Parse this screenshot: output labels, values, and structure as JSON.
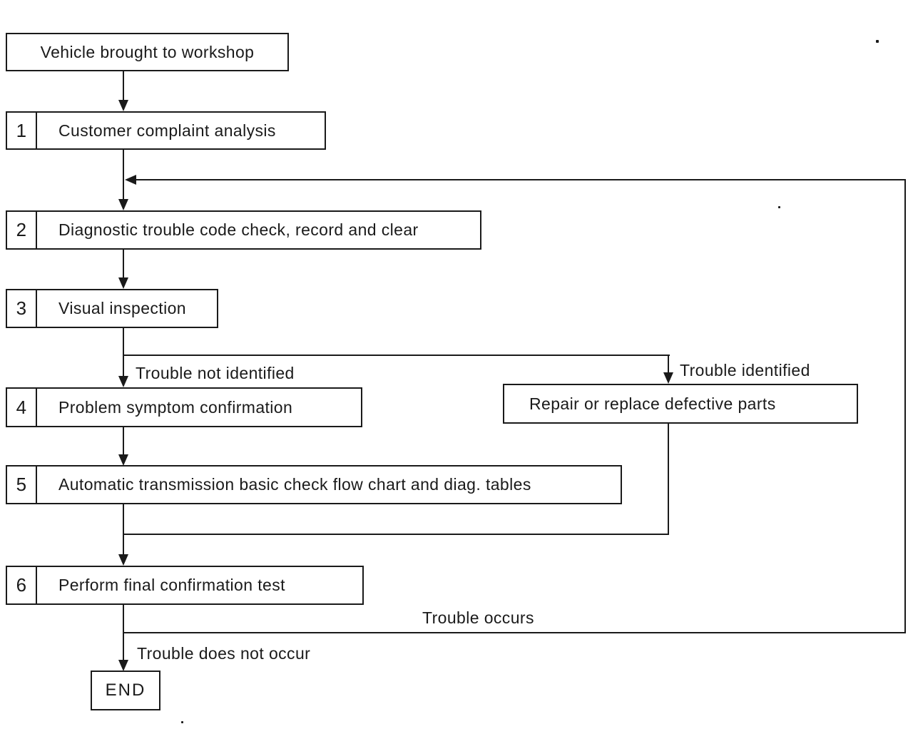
{
  "diagram": {
    "nodes": {
      "start": {
        "label": "Vehicle brought to workshop"
      },
      "step1": {
        "num": "1",
        "label": "Customer complaint analysis"
      },
      "step2": {
        "num": "2",
        "label": "Diagnostic trouble code check, record and clear"
      },
      "step3": {
        "num": "3",
        "label": "Visual inspection"
      },
      "step4": {
        "num": "4",
        "label": "Problem symptom confirmation"
      },
      "step5": {
        "num": "5",
        "label": "Automatic transmission basic check flow chart and diag. tables"
      },
      "step6": {
        "num": "6",
        "label": "Perform final confirmation test"
      },
      "repair": {
        "label": "Repair or replace defective parts"
      },
      "end": {
        "label": "END"
      }
    },
    "edge_labels": {
      "trouble_not_identified": "Trouble not identified",
      "trouble_identified": "Trouble identified",
      "trouble_occurs": "Trouble occurs",
      "trouble_does_not_occur": "Trouble does not occur"
    },
    "colors": {
      "ink": "#1a1a1a",
      "background": "#ffffff"
    }
  }
}
